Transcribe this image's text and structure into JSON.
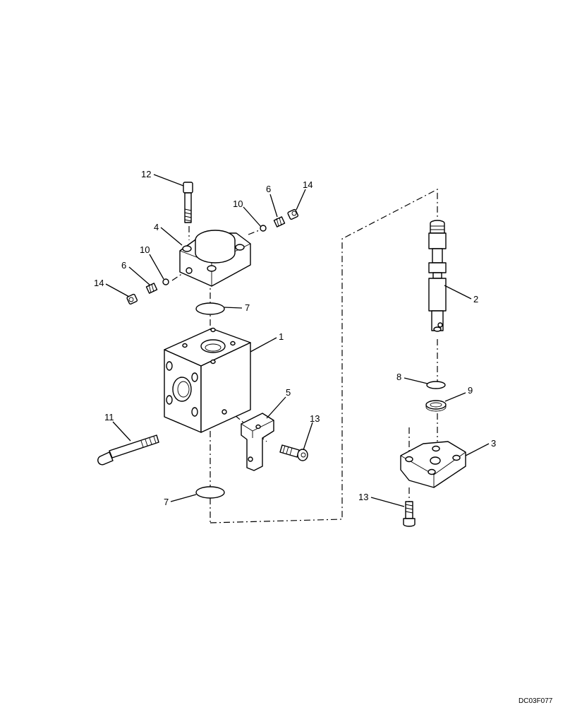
{
  "drawing_code": "DC03F077",
  "callouts": [
    {
      "id": "c12",
      "label": "12"
    },
    {
      "id": "c4",
      "label": "4"
    },
    {
      "id": "c10a",
      "label": "10"
    },
    {
      "id": "c6a",
      "label": "6"
    },
    {
      "id": "c14a",
      "label": "14"
    },
    {
      "id": "c10b",
      "label": "10"
    },
    {
      "id": "c6b",
      "label": "6"
    },
    {
      "id": "c14b",
      "label": "14"
    },
    {
      "id": "c7a",
      "label": "7"
    },
    {
      "id": "c1",
      "label": "1"
    },
    {
      "id": "c5",
      "label": "5"
    },
    {
      "id": "c11",
      "label": "11"
    },
    {
      "id": "c13a",
      "label": "13"
    },
    {
      "id": "c7b",
      "label": "7"
    },
    {
      "id": "c2",
      "label": "2"
    },
    {
      "id": "c8",
      "label": "8"
    },
    {
      "id": "c9",
      "label": "9"
    },
    {
      "id": "c3",
      "label": "3"
    },
    {
      "id": "c13b",
      "label": "13"
    }
  ]
}
